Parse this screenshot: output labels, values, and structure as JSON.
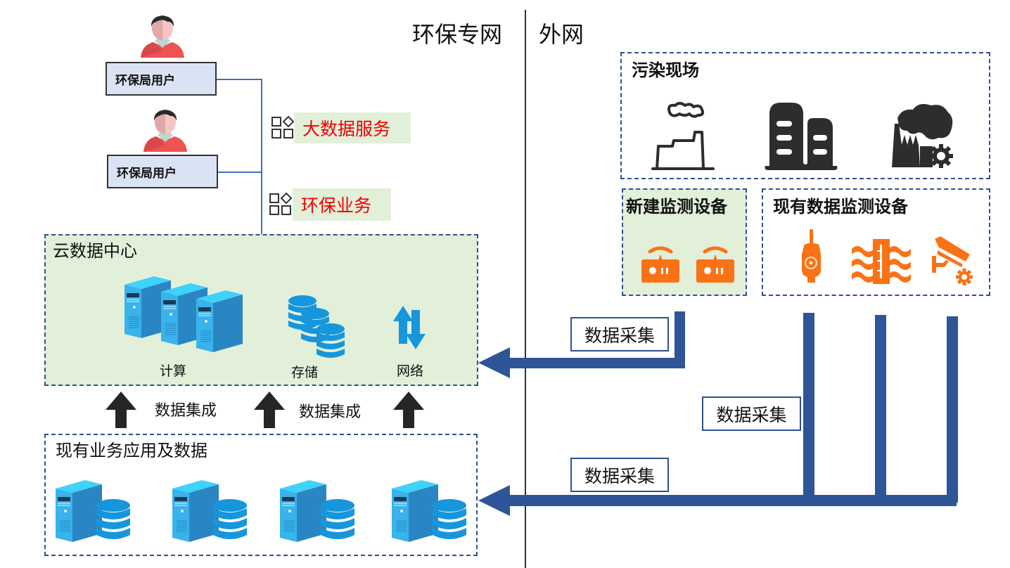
{
  "zones": {
    "private_network": "环保专网",
    "external_network": "外网"
  },
  "users": [
    {
      "label": "环保局用户",
      "icon": "user-avatar-icon"
    },
    {
      "label": "环保局用户",
      "icon": "user-avatar-icon"
    }
  ],
  "services": [
    {
      "label": "大数据服务",
      "icon": "app-grid-icon"
    },
    {
      "label": "环保业务",
      "icon": "app-grid-icon"
    }
  ],
  "cloud_center": {
    "title": "云数据中心",
    "items": [
      {
        "label": "计算",
        "icon": "server-cluster-icon"
      },
      {
        "label": "存储",
        "icon": "database-stack-icon"
      },
      {
        "label": "网络",
        "icon": "up-down-arrows-icon"
      }
    ]
  },
  "integration": {
    "labels": [
      "数据集成",
      "数据集成"
    ]
  },
  "existing_apps": {
    "title": "现有业务应用及数据",
    "items": [
      {
        "icon": "server-database-icon"
      },
      {
        "icon": "server-database-icon"
      },
      {
        "icon": "server-database-icon"
      },
      {
        "icon": "server-database-icon"
      }
    ]
  },
  "pollution_site": {
    "title": "污染现场",
    "icons": [
      "factory-outline-icon",
      "buildings-icon",
      "factory-smoke-gear-icon"
    ]
  },
  "new_devices": {
    "title": "新建监测设备",
    "icons": [
      "remote-controller-icon",
      "remote-controller-icon"
    ]
  },
  "existing_devices": {
    "title": "现有数据监测设备",
    "icons": [
      "sensor-gauge-icon",
      "water-quality-icon",
      "cctv-camera-gear-icon"
    ]
  },
  "collection": {
    "labels": [
      "数据采集",
      "数据采集",
      "数据采集"
    ]
  },
  "colors": {
    "flow_blue": "#2e5597",
    "dashed_border": "#2e5190",
    "service_red": "#f00000",
    "icon_orange": "#f97316",
    "icon_dark": "#2d2d2d",
    "server_blue": "#36b3ec",
    "green_fill": "#e2efd9",
    "user_box_fill": "#dae3f3"
  }
}
